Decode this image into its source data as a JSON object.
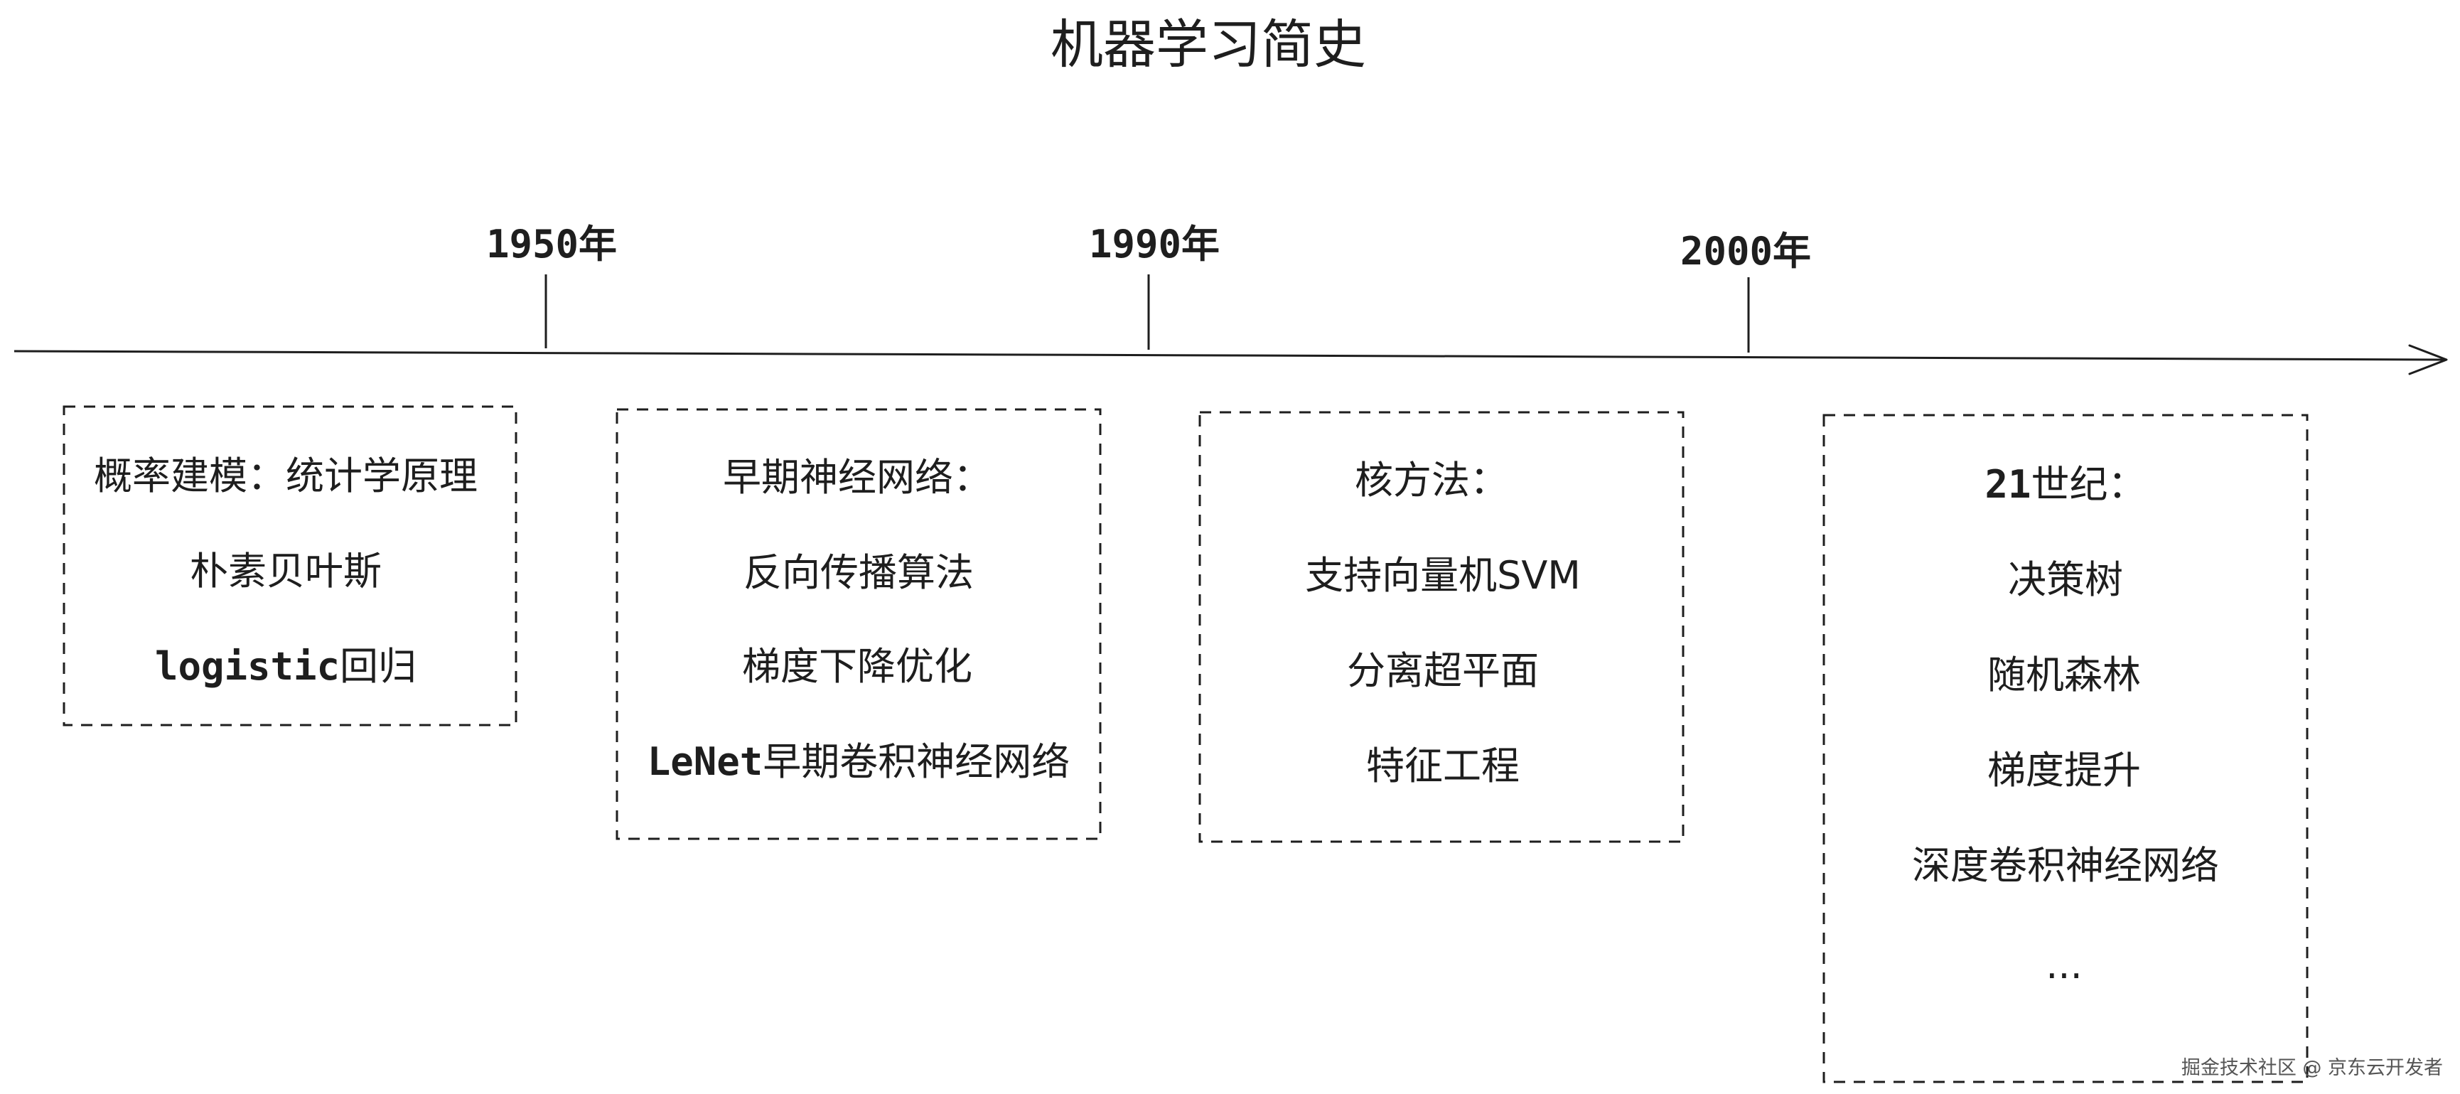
{
  "title": "机器学习简史",
  "timeline": {
    "markers": [
      "1950年",
      "1990年",
      "2000年"
    ]
  },
  "boxes": [
    {
      "heading": "概率建模：统计学原理",
      "items": [
        {
          "prefix": "",
          "text": "朴素贝叶斯"
        },
        {
          "prefix": "logistic",
          "text": "回归"
        }
      ]
    },
    {
      "heading": "早期神经网络：",
      "items": [
        {
          "prefix": "",
          "text": "反向传播算法"
        },
        {
          "prefix": "",
          "text": "梯度下降优化"
        },
        {
          "prefix": "LeNet",
          "text": "早期卷积神经网络"
        }
      ]
    },
    {
      "heading": "核方法：",
      "items": [
        {
          "prefix": "",
          "text": "支持向量机SVM"
        },
        {
          "prefix": "",
          "text": "分离超平面"
        },
        {
          "prefix": "",
          "text": "特征工程"
        }
      ]
    },
    {
      "heading_prefix": "21",
      "heading": "世纪：",
      "items": [
        {
          "prefix": "",
          "text": "决策树"
        },
        {
          "prefix": "",
          "text": "随机森林"
        },
        {
          "prefix": "",
          "text": "梯度提升"
        },
        {
          "prefix": "",
          "text": "深度卷积神经网络"
        },
        {
          "prefix": "",
          "text": "..."
        }
      ]
    }
  ],
  "watermark": "掘金技术社区 @ 京东云开发者",
  "colors": {
    "stroke": "#1e1e1e",
    "background": "#ffffff"
  }
}
